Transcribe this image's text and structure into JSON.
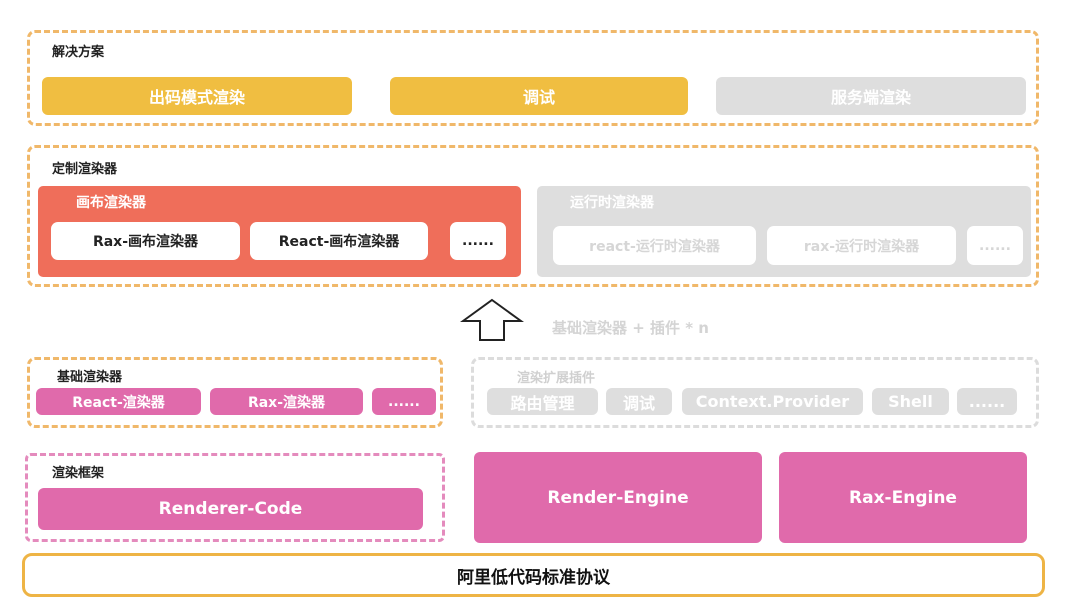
{
  "solutions": {
    "title": "解决方案",
    "items": [
      "出码模式渲染",
      "调试",
      "服务端渲染"
    ]
  },
  "custom_renderers": {
    "title": "定制渲染器",
    "canvas": {
      "title": "画布渲染器",
      "items": [
        "Rax-画布渲染器",
        "React-画布渲染器",
        "......"
      ]
    },
    "runtime": {
      "title": "运行时渲染器",
      "items": [
        "react-运行时渲染器",
        "rax-运行时渲染器",
        "......"
      ]
    }
  },
  "arrow_caption": "基础渲染器 + 插件 * n",
  "basic_renderers": {
    "title": "基础渲染器",
    "items": [
      "React-渲染器",
      "Rax-渲染器",
      "......"
    ]
  },
  "render_plugins": {
    "title": "渲染扩展插件",
    "items": [
      "路由管理",
      "调试",
      "Context.Provider",
      "Shell",
      "......"
    ]
  },
  "render_framework": {
    "title": "渲染框架",
    "item": "Renderer-Code"
  },
  "engines": [
    "Render-Engine",
    "Rax-Engine"
  ],
  "protocol": "阿里低代码标准协议",
  "colors": {
    "yellow": "#f0be41",
    "orange_red": "#ef6e5a",
    "pink": "#e06aab",
    "gray": "#dedede",
    "gold_border": "#eeb445"
  }
}
